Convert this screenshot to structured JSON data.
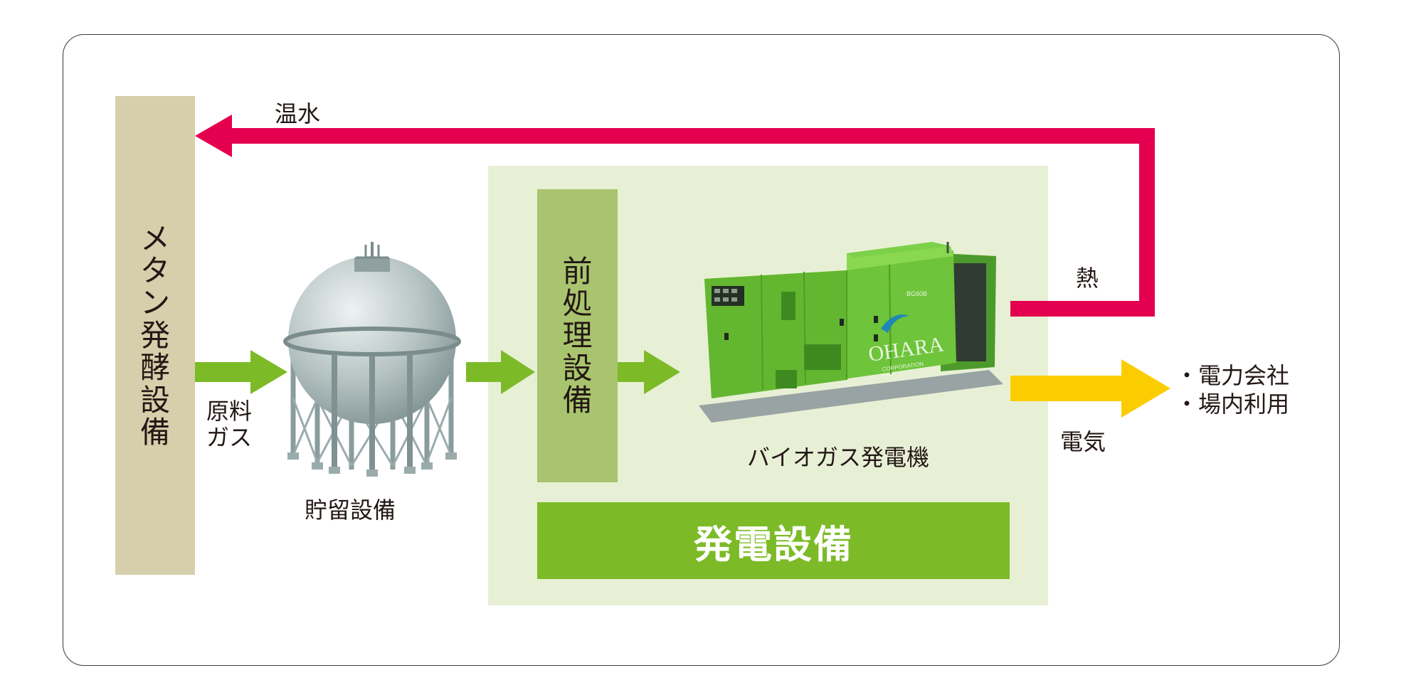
{
  "title": "",
  "methane_facility": {
    "chars": [
      "メ",
      "タ",
      "ン",
      "発",
      "酵",
      "設",
      "備"
    ]
  },
  "raw_gas": {
    "line1": "原料",
    "line2": "ガス"
  },
  "storage": {
    "label": "貯留設備"
  },
  "pretreatment": {
    "chars": [
      "前",
      "処",
      "理",
      "設",
      "備"
    ]
  },
  "generator": {
    "label": "バイオガス発電機",
    "brand": "OHARA",
    "brand_sub": "CORPORATION",
    "model": "BG60B"
  },
  "power_facility": {
    "label": "発電設備"
  },
  "hot_water": {
    "label": "温水"
  },
  "heat": {
    "label": "熱"
  },
  "electricity": {
    "label": "電気"
  },
  "destinations": {
    "item1": "・電力会社",
    "item2": "・場内利用"
  },
  "colors": {
    "methane_box": "#d5cfab",
    "power_area": "#e7f0d5",
    "pretreatment_box": "#a9c46e",
    "power_label": "#7cbb27",
    "green_arrow": "#7cbb27",
    "heat_line": "#e4004f",
    "electricity_arrow": "#fbcd00"
  }
}
